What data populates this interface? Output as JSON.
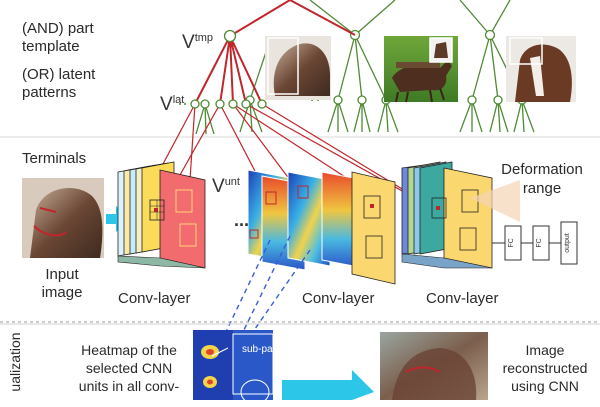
{
  "labels": {
    "and_line1": "(AND) part",
    "and_line2": "template",
    "or_line1": "(OR) latent",
    "or_line2": "patterns",
    "v_main": "V",
    "tmp_sub": "tmp",
    "lat_sub": "lat",
    "unt_sub": "unt",
    "terminals": "Terminals",
    "input_line1": "Input",
    "input_line2": "image",
    "conv1": "Conv-layer",
    "conv2": "Conv-layer",
    "conv3": "Conv-layer",
    "ellipsis": "...",
    "deform_line1": "Deformation",
    "deform_line2": "range",
    "fc1": "FC",
    "fc2": "FC",
    "output": "output",
    "viz": "ualization",
    "heat_line1": "Heatmap of the",
    "heat_line2": "selected CNN",
    "heat_line3": "units in all conv-",
    "subpart": "sub-part",
    "recon_line1": "Image",
    "recon_line2": "reconstructed",
    "recon_line3": "using CNN"
  },
  "colors": {
    "red_tree": "#c0262b",
    "green_tree": "#4f8a34",
    "arrow_cyan": "#2cc6e8",
    "dashed_blue": "#3b5bd8"
  }
}
